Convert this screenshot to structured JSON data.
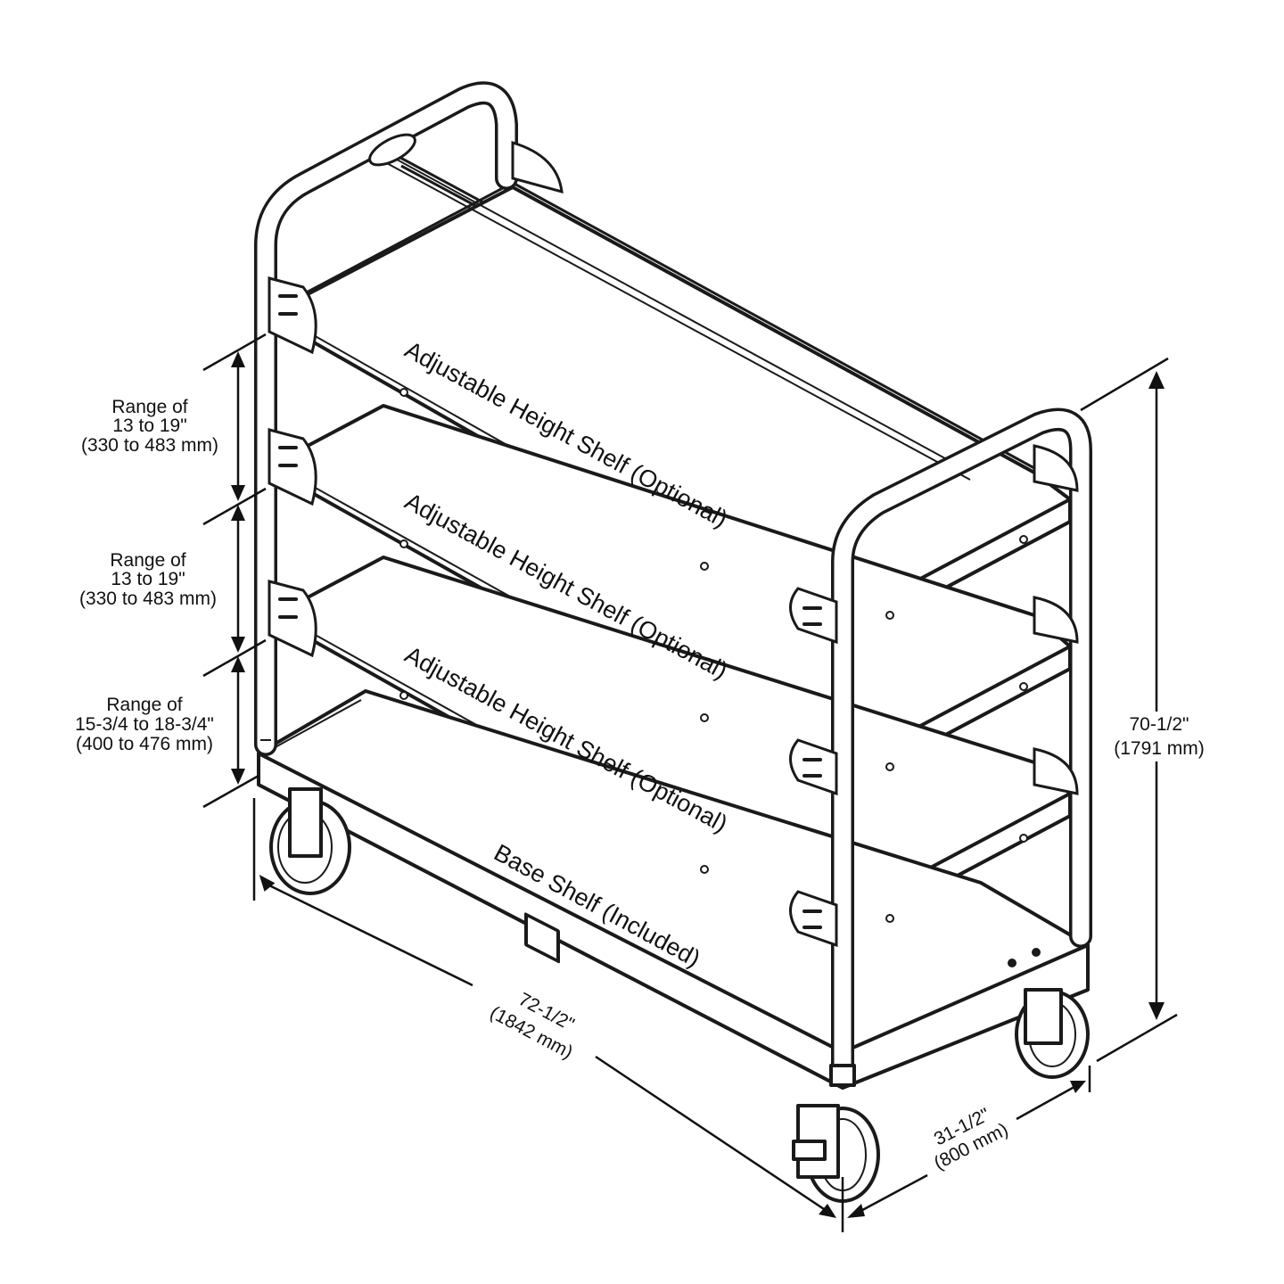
{
  "shelves": {
    "top": "Adjustable Height Shelf (Optional)",
    "middle": "Adjustable Height Shelf (Optional)",
    "lower": "Adjustable Height Shelf (Optional)",
    "base": "Base Shelf (Included)"
  },
  "ranges": [
    {
      "line1": "Range of",
      "line2": "13 to 19\"",
      "line3": "(330 to 483 mm)"
    },
    {
      "line1": "Range of",
      "line2": "13 to 19\"",
      "line3": "(330 to 483 mm)"
    },
    {
      "line1": "Range of",
      "line2": "15-3/4 to 18-3/4\"",
      "line3": "(400 to 476 mm)"
    }
  ],
  "dimensions": {
    "height": {
      "imperial": "70-1/2\"",
      "metric": "(1791 mm)"
    },
    "length": {
      "imperial": "72-1/2\"",
      "metric": "(1842 mm)"
    },
    "width": {
      "imperial": "31-1/2\"",
      "metric": "(800 mm)"
    }
  }
}
